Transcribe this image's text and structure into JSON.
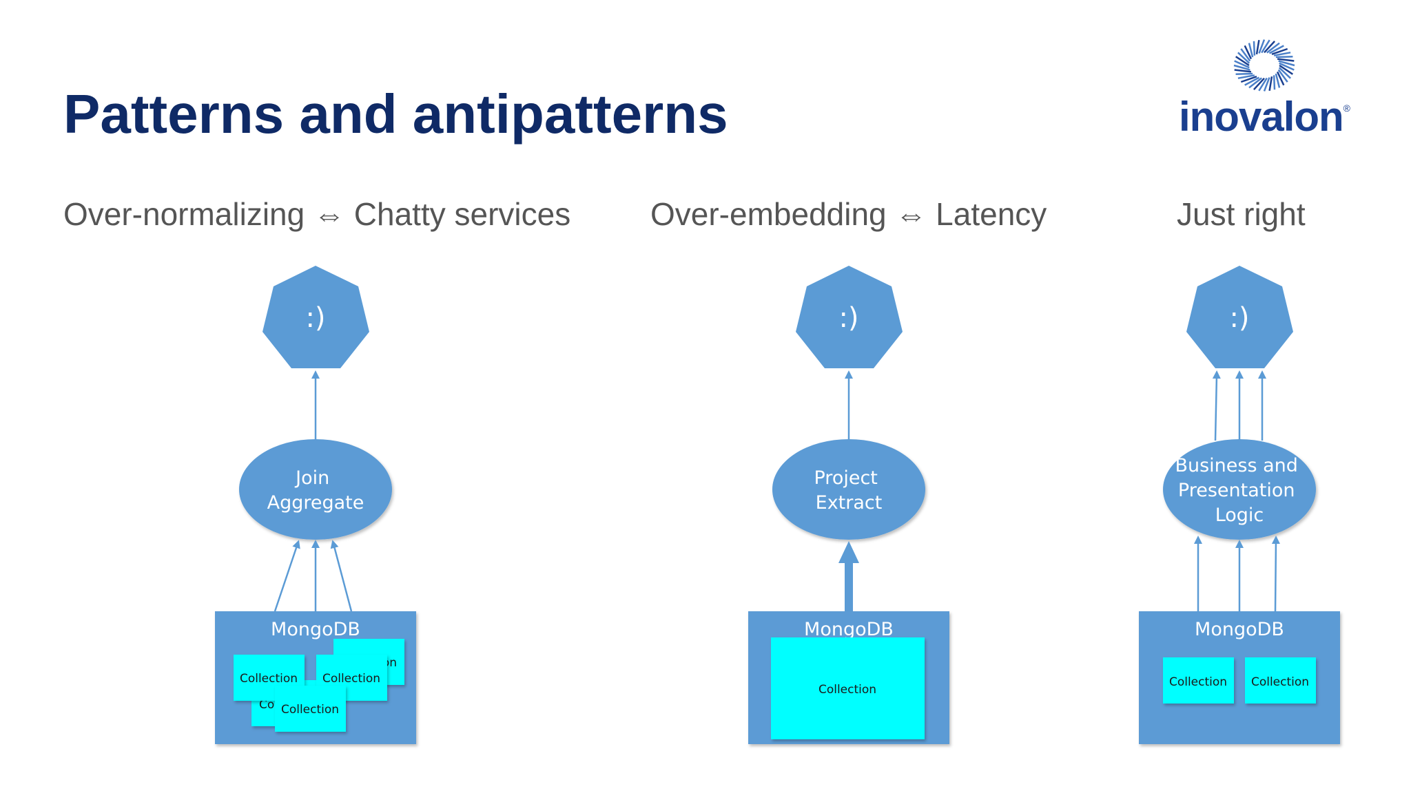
{
  "slide": {
    "title": "Patterns and antipatterns",
    "logo_text": "inovalon",
    "logo_mark": "®"
  },
  "colors": {
    "title": "#0f2a66",
    "shape_fill": "#5b9bd5",
    "arrow": "#5b9bd5",
    "collection_fill": "#00ffff",
    "heading": "#555555"
  },
  "panels": [
    {
      "heading": "Over-normalizing ⇔ Chatty services",
      "client_label": ":)",
      "process_lines": [
        "Join",
        "Aggregate"
      ],
      "store_label": "MongoDB",
      "collections": [
        "Collection",
        "Collection",
        "Collection",
        "Collection",
        "Collection"
      ]
    },
    {
      "heading": "Over-embedding  ⇔ Latency",
      "client_label": ":)",
      "process_lines": [
        "Project",
        "Extract"
      ],
      "store_label": "MongoDB",
      "collections": [
        "Collection"
      ]
    },
    {
      "heading": "Just right",
      "client_label": ":)",
      "process_lines": [
        "Business and",
        "Presentation",
        "Logic"
      ],
      "store_label": "MongoDB",
      "collections": [
        "Collection",
        "Collection"
      ]
    }
  ]
}
